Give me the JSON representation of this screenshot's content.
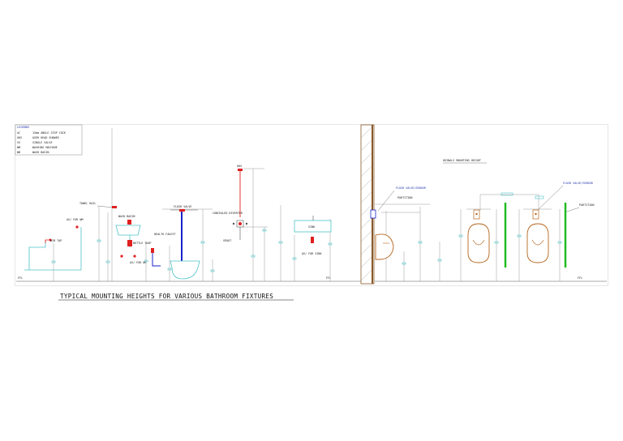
{
  "legend": {
    "heading": "LEGENDS",
    "rows": [
      {
        "code": "AC",
        "desc": "15mm ANGLE STOP COCK"
      },
      {
        "code": "OHS",
        "desc": "OVER HEAD SHOWER"
      },
      {
        "code": "SV",
        "desc": "SINGLE VALVE"
      },
      {
        "code": "WM",
        "desc": "WASHING MACHINE"
      },
      {
        "code": "WB",
        "desc": "WASH BASIN"
      }
    ]
  },
  "labels": {
    "towel_rail": "TOWEL RAIL",
    "av_for_wm": "AV/ FOR WM",
    "bib_tap": "BIB TAP",
    "wash_basin": "WASH BASIN",
    "bottle_trap": "BOTTLE TRAP",
    "av_for_wc": "AV/ FOR WC",
    "health_faucet": "HEALTH FAUCET",
    "flush_valve": "FLUSH VALVE",
    "ohs": "OHS",
    "concealed_diverter": "CONCEALED DIVERTER",
    "spout": "SPOUT",
    "sink": "SINK",
    "av_for_sink": "AV/ FOR SINK",
    "ffl_left": "FFL",
    "ffl_mid": "FFL",
    "ffl_right": "FFL",
    "flush_valve_sensor": "FLUSH VALVE/SENSOR",
    "partition_a": "PARTITION",
    "urinal_heading": "URINALS MOUNTING HEIGHT",
    "flush_valve_sensor_2": "FLUSH VALVE/SENSOR",
    "partition_b": "PARTITION"
  },
  "caption": "TYPICAL MOUNTING HEIGHTS FOR VARIOUS BATHROOM FIXTURES",
  "colors": {
    "pipe_cold": "#4fc3c9",
    "pipe_hot": "#e02020",
    "flush_pipe": "#1a22cc",
    "partition": "#22bb22",
    "wall": "#8a5a2b",
    "urinal": "#b5651d"
  }
}
